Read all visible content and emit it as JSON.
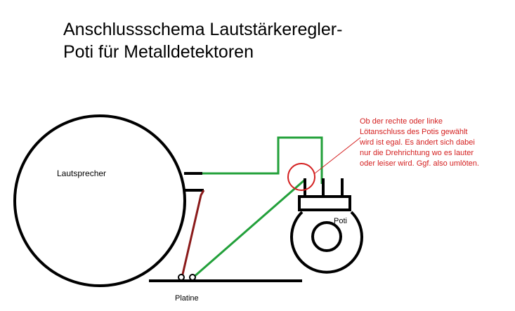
{
  "title": {
    "line1": "Anschlussschema Lautstärkeregler-",
    "line2": "Poti für Metalldetektoren"
  },
  "labels": {
    "speaker": "Lautsprecher",
    "poti": "Poti",
    "board": "Platine"
  },
  "annotation": {
    "lines": [
      "Ob der rechte oder linke",
      "Lötanschluss des Potis gewählt",
      "wird ist egal. Es ändert sich dabei",
      "nur die Drehrichtung wo es lauter",
      "oder leiser wird. Ggf. also umlöten."
    ]
  },
  "colors": {
    "outline": "#000000",
    "wire_green": "#22a03a",
    "wire_brown": "#8b1a1a",
    "annotation_red": "#d42020"
  }
}
